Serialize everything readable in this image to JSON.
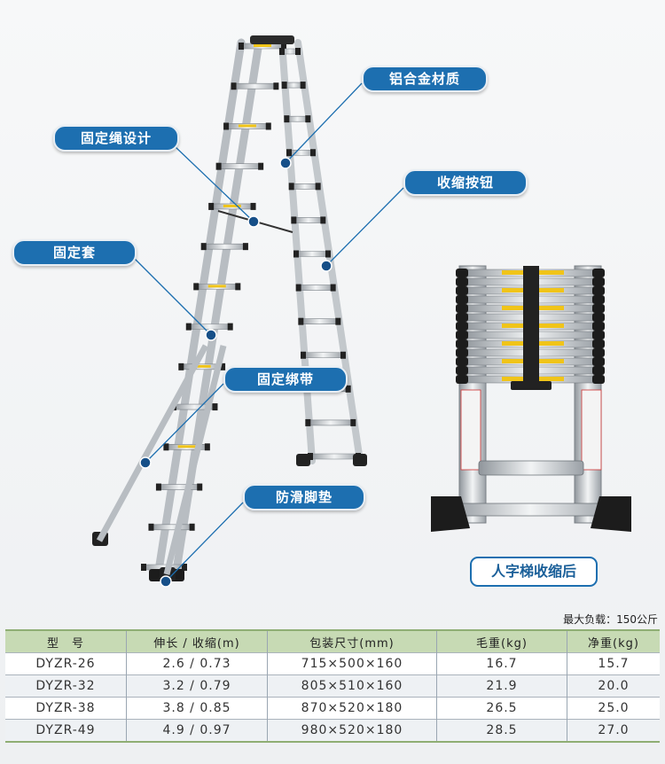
{
  "callouts": {
    "alloy": "铝合金材质",
    "rope": "固定绳设计",
    "button": "收缩按钮",
    "sleeve": "固定套",
    "strap": "固定绑带",
    "foot": "防滑脚垫"
  },
  "caption": "人字梯收缩后",
  "max_load": "最大负载：150公斤",
  "specs": {
    "headers": [
      "型　号",
      "伸长 / 收缩(m)",
      "包装尺寸(mm)",
      "毛重(kg)",
      "净重(kg)"
    ],
    "rows": [
      [
        "DYZR-26",
        "2.6 / 0.73",
        "715×500×160",
        "16.7",
        "15.7"
      ],
      [
        "DYZR-32",
        "3.2 / 0.79",
        "805×510×160",
        "21.9",
        "20.0"
      ],
      [
        "DYZR-38",
        "3.8 / 0.85",
        "870×520×180",
        "26.5",
        "25.0"
      ],
      [
        "DYZR-49",
        "4.9 / 0.97",
        "980×520×180",
        "28.5",
        "27.0"
      ]
    ]
  },
  "colors": {
    "accent": "#1d6fb0",
    "table_header": "#c7dab4"
  }
}
